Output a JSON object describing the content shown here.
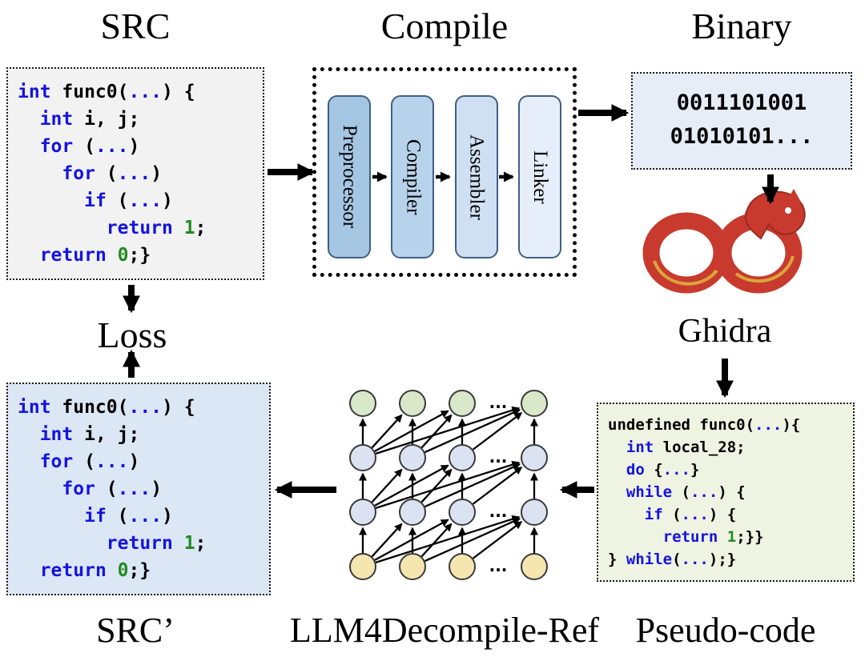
{
  "labels": {
    "src": "SRC",
    "compile": "Compile",
    "binary": "Binary",
    "ghidra": "Ghidra",
    "loss": "Loss",
    "src_prime": "SRC’",
    "model": "LLM4Decompile-Ref",
    "pseudo": "Pseudo-code"
  },
  "colors": {
    "keyword": "#1414e0",
    "number": "#228b22",
    "code_text": "#000000",
    "src_box_bg": "#f2f2f2",
    "src_prime_box_bg": "#dce7f5",
    "binary_box_bg": "#e7edf7",
    "pseudo_box_bg": "#eff3e1",
    "ghidra_red": "#c73a2d",
    "ghidra_gold": "#dca43c"
  },
  "boxes": {
    "src": {
      "code": [
        [
          [
            "k",
            "int"
          ],
          [
            "p",
            " func0("
          ],
          [
            "k",
            "..."
          ],
          [
            "p",
            ") {"
          ]
        ],
        [
          [
            "p",
            "  "
          ],
          [
            "k",
            "int"
          ],
          [
            "p",
            " i, j;"
          ]
        ],
        [
          [
            "p",
            "  "
          ],
          [
            "k",
            "for"
          ],
          [
            "p",
            " ("
          ],
          [
            "k",
            "..."
          ],
          [
            "p",
            ")"
          ]
        ],
        [
          [
            "p",
            "    "
          ],
          [
            "k",
            "for"
          ],
          [
            "p",
            " ("
          ],
          [
            "k",
            "..."
          ],
          [
            "p",
            ")"
          ]
        ],
        [
          [
            "p",
            "      "
          ],
          [
            "k",
            "if"
          ],
          [
            "p",
            " ("
          ],
          [
            "k",
            "..."
          ],
          [
            "p",
            ")"
          ]
        ],
        [
          [
            "p",
            "        "
          ],
          [
            "k",
            "return"
          ],
          [
            "p",
            " "
          ],
          [
            "n",
            "1"
          ],
          [
            "p",
            ";"
          ]
        ],
        [
          [
            "p",
            "  "
          ],
          [
            "k",
            "return"
          ],
          [
            "p",
            " "
          ],
          [
            "n",
            "0"
          ],
          [
            "p",
            ";}"
          ]
        ]
      ]
    },
    "binary": {
      "lines": [
        "0011101001",
        "01010101..."
      ]
    },
    "pseudo": {
      "code": [
        [
          [
            "p",
            "undefined func0("
          ],
          [
            "k",
            "..."
          ],
          [
            "p",
            "){"
          ]
        ],
        [
          [
            "p",
            "  "
          ],
          [
            "k",
            "int"
          ],
          [
            "p",
            " local_28;"
          ]
        ],
        [
          [
            "p",
            "  "
          ],
          [
            "k",
            "do"
          ],
          [
            "p",
            " {"
          ],
          [
            "k",
            "..."
          ],
          [
            "p",
            "}"
          ]
        ],
        [
          [
            "p",
            "  "
          ],
          [
            "k",
            "while"
          ],
          [
            "p",
            " ("
          ],
          [
            "k",
            "..."
          ],
          [
            "p",
            ") {"
          ]
        ],
        [
          [
            "p",
            "    "
          ],
          [
            "k",
            "if"
          ],
          [
            "p",
            " ("
          ],
          [
            "k",
            "..."
          ],
          [
            "p",
            ") {"
          ]
        ],
        [
          [
            "p",
            "      "
          ],
          [
            "k",
            "return"
          ],
          [
            "p",
            " "
          ],
          [
            "n",
            "1"
          ],
          [
            "p",
            ";}}"
          ]
        ],
        [
          [
            "p",
            "} "
          ],
          [
            "k",
            "while"
          ],
          [
            "p",
            "("
          ],
          [
            "k",
            "..."
          ],
          [
            "p",
            ");}"
          ]
        ]
      ]
    },
    "src_prime": {
      "code": [
        [
          [
            "k",
            "int"
          ],
          [
            "p",
            " func0("
          ],
          [
            "k",
            "..."
          ],
          [
            "p",
            ") {"
          ]
        ],
        [
          [
            "p",
            "  "
          ],
          [
            "k",
            "int"
          ],
          [
            "p",
            " i, j;"
          ]
        ],
        [
          [
            "p",
            "  "
          ],
          [
            "k",
            "for"
          ],
          [
            "p",
            " ("
          ],
          [
            "k",
            "..."
          ],
          [
            "p",
            ")"
          ]
        ],
        [
          [
            "p",
            "    "
          ],
          [
            "k",
            "for"
          ],
          [
            "p",
            " ("
          ],
          [
            "k",
            "..."
          ],
          [
            "p",
            ")"
          ]
        ],
        [
          [
            "p",
            "      "
          ],
          [
            "k",
            "if"
          ],
          [
            "p",
            " ("
          ],
          [
            "k",
            "..."
          ],
          [
            "p",
            ")"
          ]
        ],
        [
          [
            "p",
            "        "
          ],
          [
            "k",
            "return"
          ],
          [
            "p",
            " "
          ],
          [
            "n",
            "1"
          ],
          [
            "p",
            ";"
          ]
        ],
        [
          [
            "p",
            "  "
          ],
          [
            "k",
            "return"
          ],
          [
            "p",
            " "
          ],
          [
            "n",
            "0"
          ],
          [
            "p",
            ";}"
          ]
        ]
      ]
    }
  },
  "pipeline": {
    "stages": [
      {
        "label": "Preprocessor",
        "fill": "#a5c6e3"
      },
      {
        "label": "Compiler",
        "fill": "#b7d3eb"
      },
      {
        "label": "Assembler",
        "fill": "#cfe0f2"
      },
      {
        "label": "Linker",
        "fill": "#e6eefa"
      }
    ]
  },
  "nn": {
    "rows": 4,
    "cols": 4,
    "row_fills": [
      "#d8e8c8",
      "#dbe3f2",
      "#dbe3f2",
      "#f4e6ae"
    ],
    "ellipsis": "..."
  }
}
